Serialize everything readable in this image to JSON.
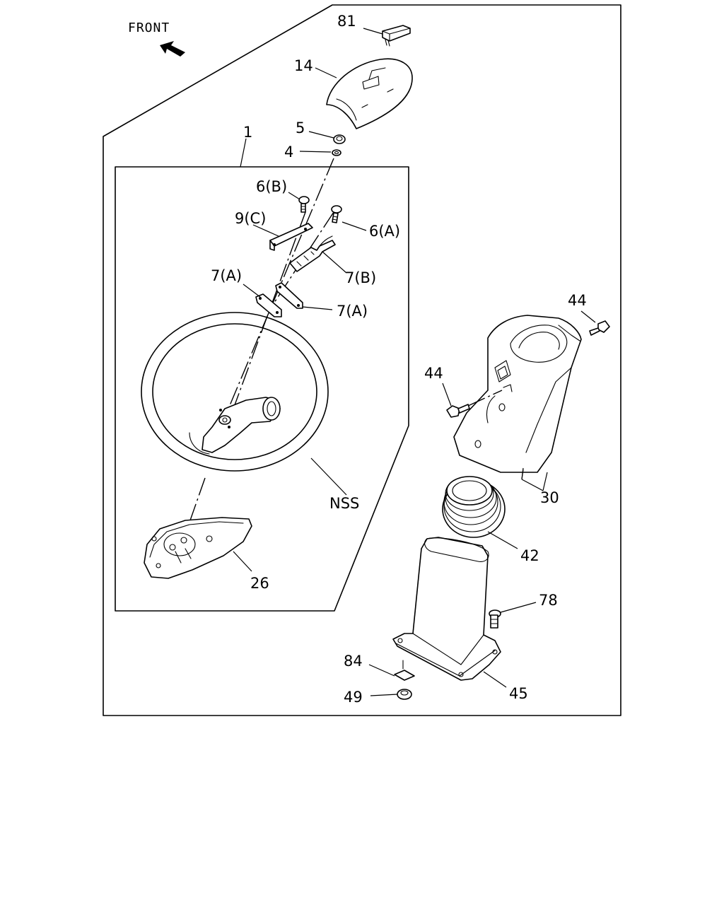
{
  "direction": {
    "label": "FRONT"
  },
  "callouts": {
    "c81": "81",
    "c14": "14",
    "c5": "5",
    "c4": "4",
    "c1": "1",
    "c6b": "6(B)",
    "c9c": "9(C)",
    "c6a": "6(A)",
    "c7b": "7(B)",
    "c7a_left": "7(A)",
    "c7a_right": "7(A)",
    "cNSS": "NSS",
    "c26": "26",
    "c44_top": "44",
    "c44_left": "44",
    "c30": "30",
    "c42": "42",
    "c78": "78",
    "c84": "84",
    "c45": "45",
    "c49": "49"
  },
  "icons": {
    "front_arrow": "arrow-up-left-icon"
  }
}
